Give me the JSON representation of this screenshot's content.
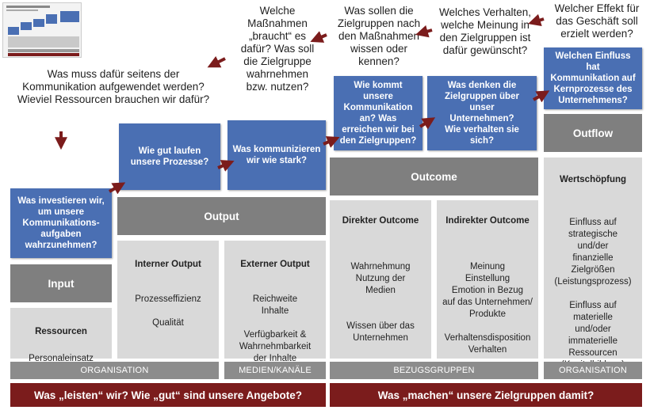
{
  "questions": {
    "q_communication_effort": "Was muss dafür seitens der\nKommunikation aufgewendet werden?\nWieviel Ressourcen brauchen wir dafür?",
    "q_measures": "Welche\nMaßnahmen\n„braucht“ es\ndafür? Was soll\ndie Zielgruppe\nwahrnehmen\nbzw. nutzen?",
    "q_target_groups": "Was sollen die\nZielgruppen nach\nden Maßnahmen\nwissen oder\nkennen?",
    "q_behavior": "Welches Verhalten,\nwelche Meinung in\nden  Zielgruppen ist\ndafür gewünscht?",
    "q_effect": "Welcher Effekt für\ndas Geschäft soll\nerzielt werden?"
  },
  "blue_boxes": {
    "invest": "Was investieren wir,\num unsere\nKommunikations-\naufgaben\nwahrzunehmen?",
    "processes": "Wie gut laufen\nunsere Prozesse?",
    "communicate": "Was kommunizieren\nwir wie stark?",
    "reach": "Wie kommt\nunsere\nKommunikation\nan? Was\nerreichen wir bei\nden Zielgruppen?",
    "think": "Was denken die\nZielgruppen über unser\nUnternehmen?\nWie verhalten sie sich?",
    "influence": "Welchen Einfluss hat\nKommunikation auf\nKernprozesse des\nUnternehmens?"
  },
  "stages": {
    "input": "Input",
    "output": "Output",
    "outcome": "Outcome",
    "outflow": "Outflow"
  },
  "details": {
    "ressourcen_title": "Ressourcen",
    "ressourcen_body": "Personaleinsatz\nFinanzaufwand",
    "internal_title": "Interner Output",
    "internal_body": "Prozesseffizienz\n\nQualität",
    "external_title": "Externer Output",
    "external_body": "Reichweite\nInhalte\n\nVerfügbarkeit &\nWahrnehmbarkeit\nder Inhalte\nbei Zielgruppen",
    "direct_title": "Direkter Outcome",
    "direct_body": "Wahrnehmung\nNutzung der\nMedien\n\n\nWissen über das\nUnternehmen",
    "indirect_title": "Indirekter Outcome",
    "indirect_body": "Meinung\nEinstellung\nEmotion in Bezug\nauf das Unternehmen/\nProdukte\n\nVerhaltensdisposition\nVerhalten",
    "wert_title": "Wertschöpfung",
    "wert_body": "Einfluss auf\nstrategische\nund/der\nfinanzielle\nZielgrößen\n(Leistungsprozess)\n\nEinfluss auf\nmaterielle\nund/oder\nimmaterielle\nRessourcen\n(Kapitalbildung)"
  },
  "categories": {
    "org_left": "ORGANISATION",
    "media": "MEDIEN/KANÄLE",
    "groups": "BEZUGSGRUPPEN",
    "org_right": "ORGANISATION"
  },
  "footer": {
    "left": "Was „leisten“ wir? Wie „gut“ sind unsere Angebote?",
    "right": "Was „machen“ unsere Zielgruppen damit?"
  },
  "colors": {
    "blue": "#4a6fb3",
    "dark_gray": "#7f7f7f",
    "light_gray": "#d9d9d9",
    "dark_red": "#7b1c1c",
    "arrow": "#7b1c1c"
  }
}
